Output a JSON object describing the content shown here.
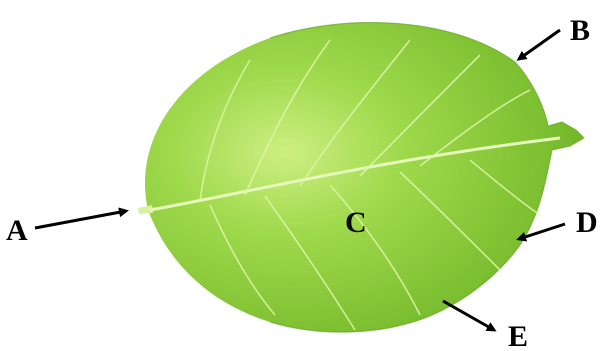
{
  "labels": {
    "a": "A",
    "b": "B",
    "c": "C",
    "d": "D",
    "e": "E"
  },
  "colors": {
    "leaf_light": "#c8ec7a",
    "leaf_mid": "#88c83c",
    "leaf_dark": "#5ea41c",
    "vein": "#e4f7b4",
    "background": "#ffffff"
  }
}
